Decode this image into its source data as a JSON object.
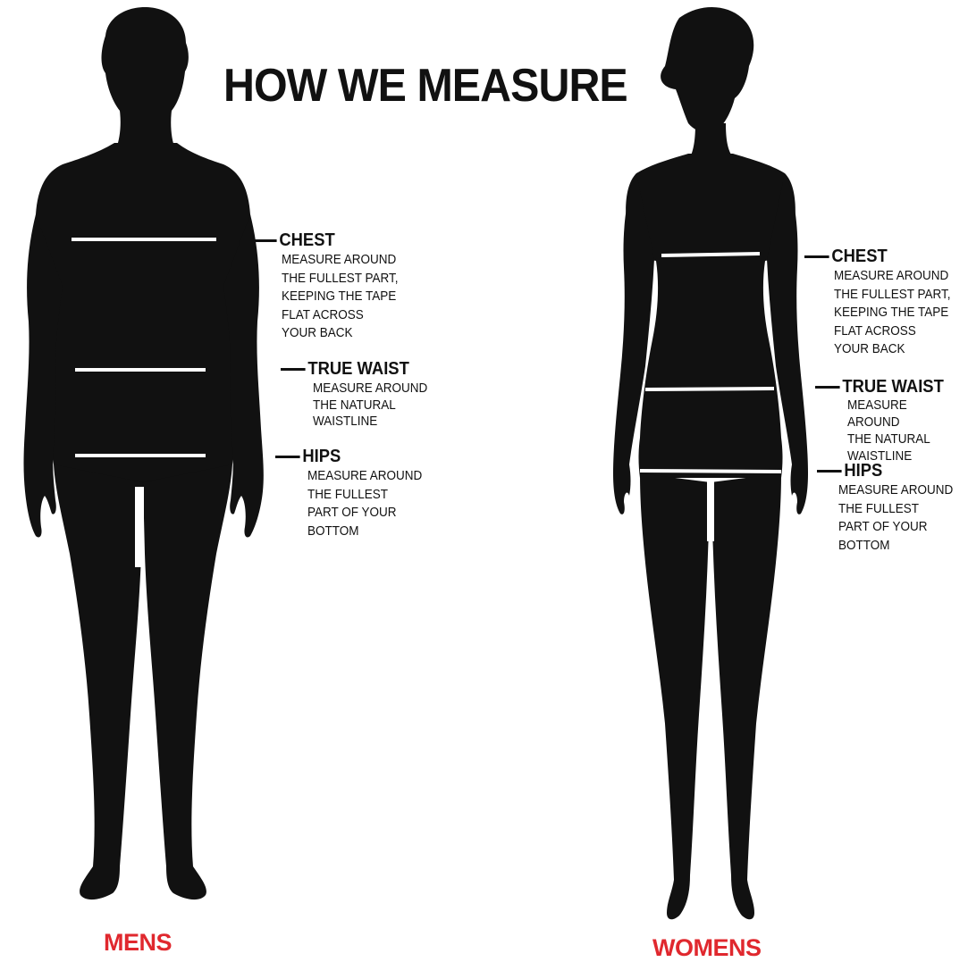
{
  "title": "HOW WE MEASURE",
  "colors": {
    "silhouette": "#111111",
    "accent": "#e0282e",
    "tape": "#ffffff"
  },
  "mens": {
    "label": "MENS",
    "chest": {
      "title": "CHEST",
      "text": "MEASURE AROUND\nTHE FULLEST PART,\nKEEPING THE TAPE\nFLAT ACROSS\nYOUR BACK"
    },
    "waist": {
      "title": "TRUE WAIST",
      "text": "MEASURE AROUND\nTHE NATURAL\nWAISTLINE"
    },
    "hips": {
      "title": "HIPS",
      "text": "MEASURE AROUND\nTHE FULLEST\nPART OF YOUR\nBOTTOM"
    }
  },
  "womens": {
    "label": "WOMENS",
    "chest": {
      "title": "CHEST",
      "text": "MEASURE AROUND\nTHE FULLEST PART,\nKEEPING THE TAPE\nFLAT ACROSS\nYOUR BACK"
    },
    "waist": {
      "title": "TRUE WAIST",
      "text": "MEASURE AROUND\nTHE NATURAL\nWAISTLINE"
    },
    "hips": {
      "title": "HIPS",
      "text": "MEASURE AROUND\nTHE FULLEST\nPART OF YOUR\nBOTTOM"
    }
  }
}
